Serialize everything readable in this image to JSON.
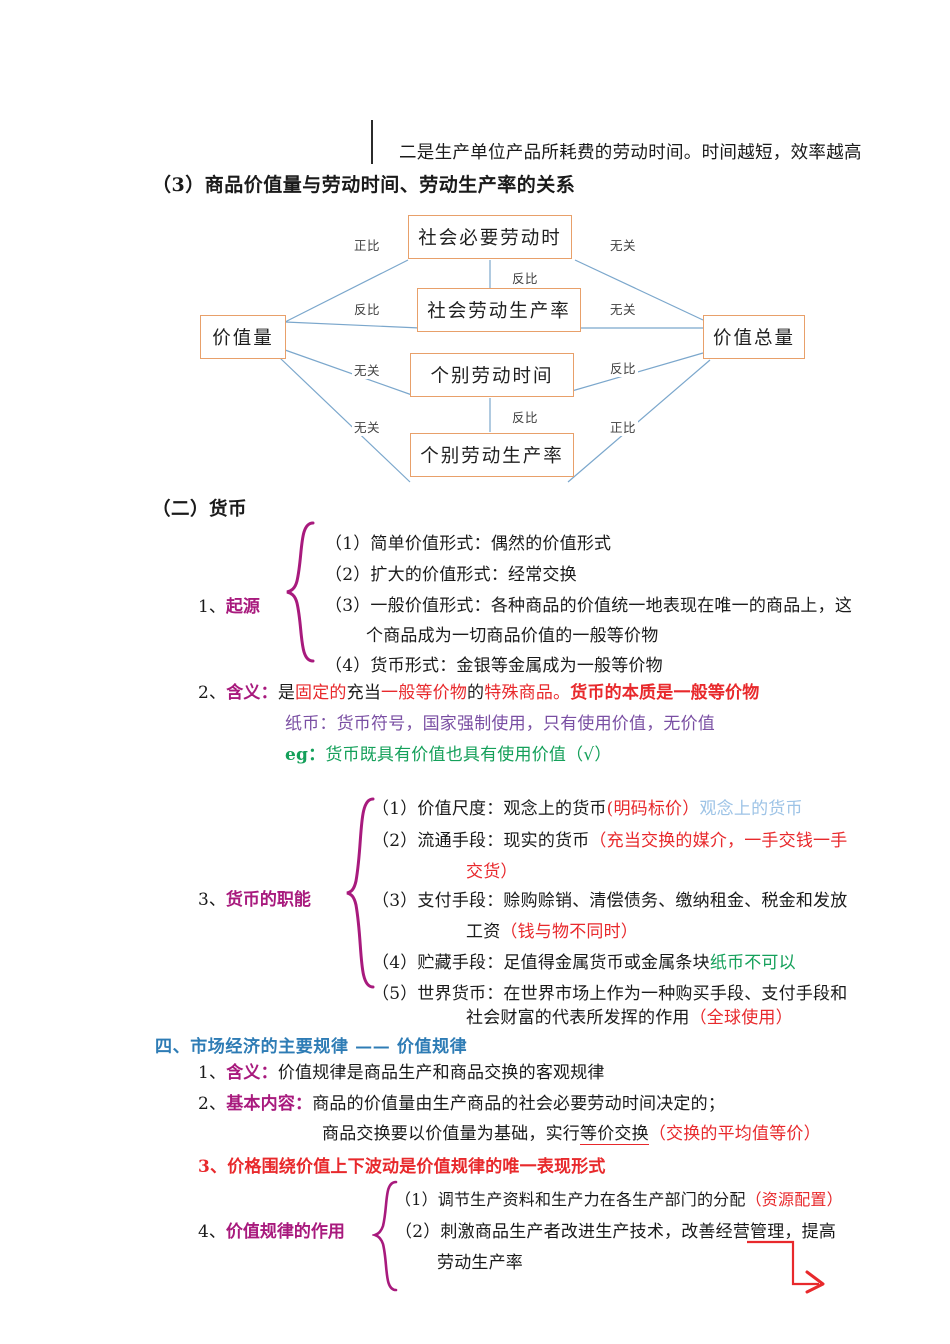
{
  "page": {
    "top_note": "二是生产单位产品所耗费的劳动时间。时间越短，效率越高",
    "section3_title": "（3）商品价值量与劳动时间、劳动生产率的关系"
  },
  "diagram": {
    "type": "relation-map",
    "boxes": {
      "left": "价值量",
      "right": "价值总量",
      "center_1": "社会必要劳动时",
      "center_2": "社会劳动生产率",
      "center_3": "个别劳动时间",
      "center_4": "个别劳动生产率"
    },
    "edge_labels": {
      "left_to_c1": "正比",
      "left_to_c2": "反比",
      "left_to_c3": "无关",
      "left_to_c4": "无关",
      "right_to_c1": "无关",
      "right_to_c2": "无关",
      "right_to_c3": "反比",
      "right_to_c4": "正比",
      "c1_to_c2": "反比",
      "c3_to_c4": "反比"
    },
    "box_border_color": "#e8a06a",
    "line_color": "#7ba7cc"
  },
  "money": {
    "title": "（二）货币",
    "origin": {
      "number": "1、",
      "label": "起源",
      "items": [
        "（1）简单价值形式：偶然的价值形式",
        "（2）扩大的价值形式：经常交换",
        "（3）一般价值形式：各种商品的价值统一地表现在唯一的商品上，这",
        "个商品成为一切商品价值的一般等价物",
        "（4）货币形式：金银等金属成为一般等价物"
      ]
    },
    "meaning": {
      "number": "2、",
      "label": "含义：",
      "parts": [
        {
          "text": "是",
          "color": "black"
        },
        {
          "text": "固定的",
          "color": "red"
        },
        {
          "text": "充当",
          "color": "black"
        },
        {
          "text": "一般等价物",
          "color": "red"
        },
        {
          "text": "的",
          "color": "black"
        },
        {
          "text": "特殊商品。",
          "color": "red"
        }
      ],
      "bold_red": "货币的本质是一般等价物",
      "paper_note": "纸币：货币符号，国家强制使用，只有使用价值，无价值",
      "eg_label": "eg：",
      "eg_text": "货币既具有价值也具有使用价值（√）"
    },
    "functions": {
      "number": "3、",
      "label": "货币的职能",
      "items": [
        {
          "idx": "（1）",
          "name": "价值尺度：",
          "black": "观念上的货币",
          "red": "(明码标价）",
          "lightblue": "观念上的货币"
        },
        {
          "idx": "（2）",
          "name": "流通手段：",
          "black": "现实的货币",
          "red": "（充当交换的媒介，一手交钱一手",
          "red_cont": "交货）"
        },
        {
          "idx": "（3）",
          "name": "支付手段：",
          "black": "赊购赊销、清偿债务、缴纳租金、税金和发放",
          "black_cont": "工资",
          "red_cont": "（钱与物不同时）"
        },
        {
          "idx": "（4）",
          "name": "贮藏手段：",
          "black": "足值得金属货币或金属条块",
          "green": "纸币不可以"
        },
        {
          "idx": "（5）",
          "name": "世界货币：",
          "black": "在世界市场上作为一种购买手段、支付手段和",
          "black_cont": "社会财富的代表所发挥的作用",
          "red_cont": "（全球使用）"
        }
      ]
    }
  },
  "law": {
    "title_num": "四、",
    "title_main": "市场经济的主要规律",
    "title_dash": "——",
    "title_tail": "价值规律",
    "meaning": {
      "number": "1、",
      "label": "含义：",
      "text": "价值规律是商品生产和商品交换的客观规律"
    },
    "basic": {
      "number": "2、",
      "label": "基本内容：",
      "line1": "商品的价值量由生产商品的社会必要劳动时间决定的；",
      "line2_a": "商品交换要以价值量为基础，实行",
      "line2_underlined": "等价交换",
      "line2_red": "（交换的平均值等价）"
    },
    "fluctuation": {
      "number": "3、",
      "text": "价格围绕价值上下波动是价值规律的唯一表现形式"
    },
    "effects": {
      "number": "4、",
      "label": "价值规律的作用",
      "items": [
        {
          "black": "（1）调节生产资料和生产力在各生产部门的分配",
          "red": "（资源配置）"
        },
        {
          "black": "（2）刺激商品生产者改进生产技术，改善经营管理，提高",
          "cont": "劳动生产率"
        }
      ]
    }
  },
  "annotation": {
    "red_arrow": "red-elbow-arrow",
    "red_arrow_color": "#e8292c"
  }
}
